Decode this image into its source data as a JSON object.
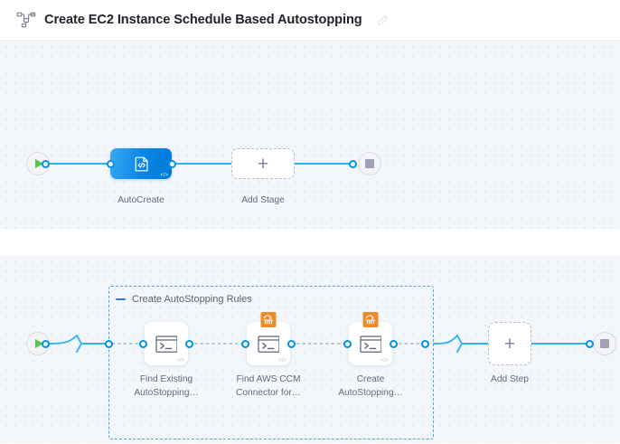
{
  "header": {
    "icon": "pipeline-icon",
    "title": "Create EC2 Instance Schedule Based Autostopping",
    "edit_icon": "edit-pencil-icon"
  },
  "colors": {
    "canvas_bg": "#f3f7fb",
    "canvas_dot": "#dfe7f0",
    "connector": "#30b4f0",
    "port_ring": "#0092e4",
    "stage_node_blue": "#0c87e8",
    "group_border": "#45a8e8",
    "aws_orange": "#ec8b27",
    "play_green": "#4dc952",
    "stop_gray": "#9fa2b4",
    "caption_text": "#62687d",
    "title_text": "#22222a"
  },
  "stage_canvas": {
    "start_node": {
      "name": "pipeline-start",
      "icon": "play-icon"
    },
    "end_node": {
      "name": "pipeline-end",
      "icon": "stop-icon"
    },
    "stages": [
      {
        "label": "AutoCreate",
        "icon": "template-code-icon",
        "code_tag": "</>"
      }
    ],
    "add_stage": {
      "label": "Add Stage",
      "icon": "plus-icon"
    }
  },
  "step_canvas": {
    "start_node": {
      "name": "stage-start",
      "icon": "play-icon"
    },
    "end_node": {
      "name": "stage-end",
      "icon": "stop-icon"
    },
    "group": {
      "title": "Create AutoStopping Rules",
      "collapse_icon": "minus-icon"
    },
    "steps": [
      {
        "label_line1": "Find Existing",
        "label_line2": "AutoStopping…",
        "icon": "shell-terminal-icon",
        "code_tag": "</>",
        "badge": null
      },
      {
        "label_line1": "Find AWS CCM",
        "label_line2": "Connector for…",
        "icon": "shell-terminal-icon",
        "code_tag": "</>",
        "badge": "aws-icon"
      },
      {
        "label_line1": "Create",
        "label_line2": "AutoStopping…",
        "icon": "shell-terminal-icon",
        "code_tag": "</>",
        "badge": "aws-icon"
      }
    ],
    "add_step": {
      "label": "Add Step",
      "icon": "plus-icon"
    }
  }
}
